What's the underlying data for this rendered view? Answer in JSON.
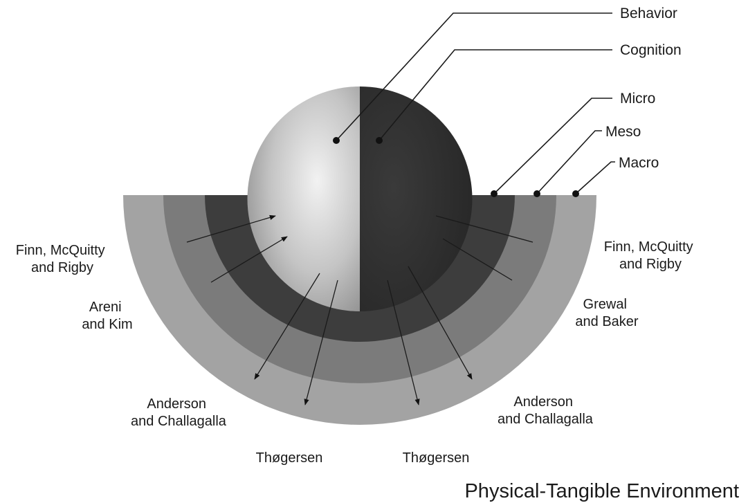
{
  "layers": {
    "behavior": "Behavior",
    "cognition": "Cognition",
    "micro": "Micro",
    "meso": "Meso",
    "macro": "Macro"
  },
  "authors": {
    "left_1": [
      "Finn, McQuitty",
      "and Rigby"
    ],
    "left_2": [
      "Areni",
      "and Kim"
    ],
    "left_3": [
      "Anderson",
      "and Challagalla"
    ],
    "left_4": [
      "Thøgersen"
    ],
    "right_1": [
      "Finn, McQuitty",
      "and Rigby"
    ],
    "right_2": [
      "Grewal",
      "and Baker"
    ],
    "right_3": [
      "Anderson",
      "and Challagalla"
    ],
    "right_4": [
      "Thøgersen"
    ]
  },
  "caption": "Physical-Tangible Environment",
  "colors": {
    "macro_ring": "#a3a3a3",
    "meso_ring": "#7a7a7a",
    "micro_ring": "#3c3c3c",
    "sphere_left_light": "#ececec",
    "sphere_left_dark": "#8a8a8a",
    "sphere_right": "#303030"
  }
}
